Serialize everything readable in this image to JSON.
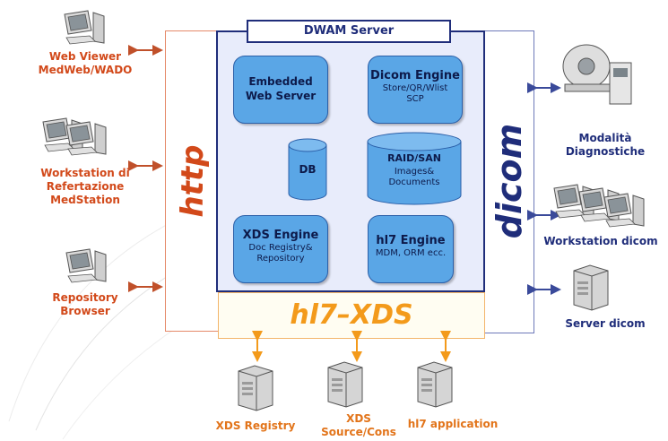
{
  "server": {
    "title": "DWAM Server",
    "embedded_web_server": "Embedded\nWeb Server",
    "dicom_engine_title": "Dicom Engine",
    "dicom_engine_sub": "Store/QR/Wlist\nSCP",
    "db": "DB",
    "raid_title": "RAID/SAN",
    "raid_sub": "Images&\nDocuments",
    "xds_engine_title": "XDS Engine",
    "xds_engine_sub": "Doc Registry&\nRepository",
    "hl7_engine_title": "hl7 Engine",
    "hl7_engine_sub": "MDM, ORM ecc."
  },
  "bands": {
    "http": "http",
    "dicom": "dicom",
    "hl7_xds": "hl7–XDS"
  },
  "left_clients": [
    {
      "label": "Web Viewer\nMedWeb/WADO"
    },
    {
      "label": "Workstation di\nRefertazione\nMedStation"
    },
    {
      "label": "Repository\nBrowser"
    }
  ],
  "right_clients": [
    {
      "label": "Modalità\nDiagnostiche"
    },
    {
      "label": "Workstation dicom"
    },
    {
      "label": "Server dicom"
    }
  ],
  "bottom_clients": [
    {
      "label": "XDS Registry"
    },
    {
      "label": "XDS\nSource/Cons"
    },
    {
      "label": "hl7 application"
    }
  ],
  "colors": {
    "http_accent": "#d2491a",
    "dicom_accent": "#1f2d7a",
    "xds_accent": "#f39a1b",
    "engine_fill": "#5aa6e6",
    "server_fill": "#e8ecfb"
  }
}
